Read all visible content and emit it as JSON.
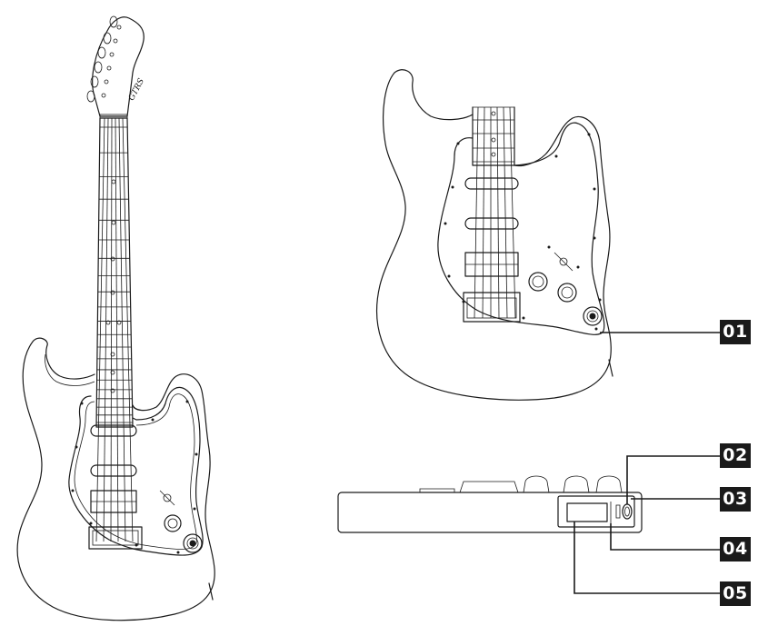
{
  "headstock_logo": "GTRS",
  "callouts": [
    {
      "id": "01",
      "label": "01"
    },
    {
      "id": "02",
      "label": "02"
    },
    {
      "id": "03",
      "label": "03"
    },
    {
      "id": "04",
      "label": "04"
    },
    {
      "id": "05",
      "label": "05"
    }
  ],
  "colors": {
    "line": "#1a1a1a",
    "badge_bg": "#1a1a1a",
    "badge_text": "#ffffff",
    "background": "#ffffff"
  }
}
